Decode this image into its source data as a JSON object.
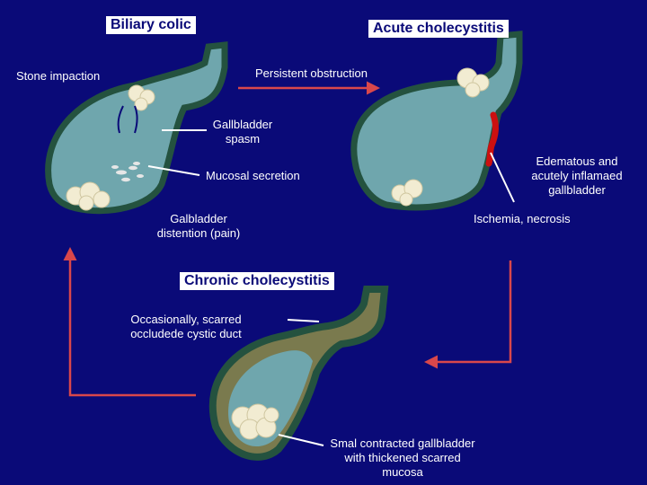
{
  "titles": {
    "biliary_colic": "Biliary colic",
    "acute_cholecystitis": "Acute cholecystitis",
    "chronic_cholecystitis": "Chronic cholecystitis"
  },
  "labels": {
    "stone_impaction": "Stone impaction",
    "persistent_obstruction": "Persistent obstruction",
    "gallbladder_spasm": [
      "Gallbladder",
      "spasm"
    ],
    "mucosal_secretion": "Mucosal secretion",
    "gallbladder_distention": [
      "Galbladder",
      "distention (pain)"
    ],
    "edematous": [
      "Edematous and",
      "acutely inflamaed",
      "gallbladder"
    ],
    "ischemia": "Ischemia, necrosis",
    "scarred_duct": [
      "Occasionally, scarred",
      "occludede cystic duct"
    ],
    "contracted": [
      "Smal contracted gallbladder",
      "with thickened scarred",
      "mucosa"
    ]
  },
  "colors": {
    "background": "#0a0a78",
    "gallbladder_fill": "#6fa6ad",
    "gallbladder_wall": "#24523f",
    "chronic_fill": "#7a7a4e",
    "arrow": "#d9474b",
    "inflammation": "#cc1010",
    "stones": "#f2ecd2",
    "title_bg": "#ffffff"
  }
}
